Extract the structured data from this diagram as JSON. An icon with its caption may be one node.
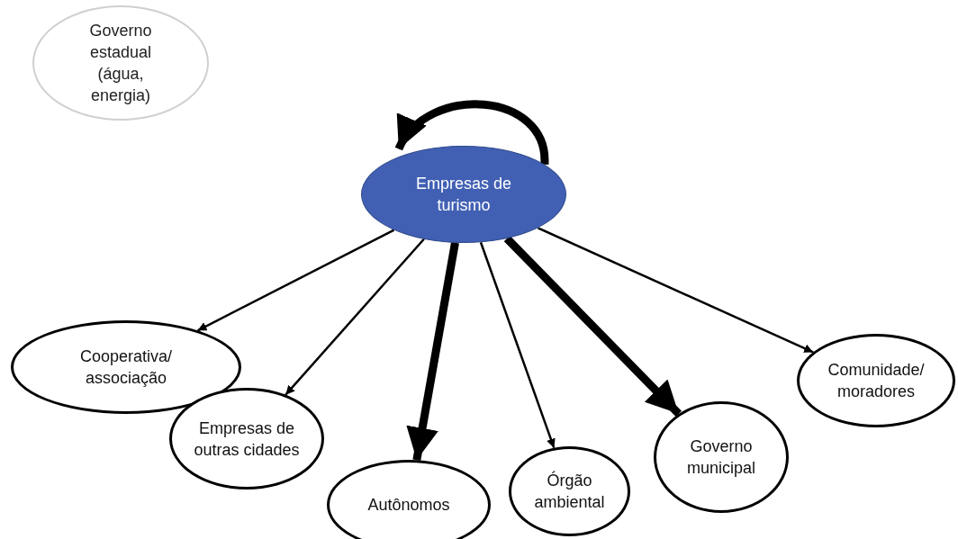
{
  "diagram": {
    "nodes": [
      {
        "text": [
          "Governo estadual (água, energia)"
        ]
      },
      {
        "text": [
          "Empresas de turismo"
        ]
      },
      {
        "text": [
          "Cooperativa/ associação"
        ]
      },
      {
        "text": [
          "Empresas de outras cidades"
        ]
      },
      {
        "text": [
          "Autônomos"
        ]
      },
      {
        "text": [
          "Órgão ambiental"
        ]
      },
      {
        "text": [
          "Governo municipal"
        ]
      },
      {
        "text": [
          "Comunidade/ moradores"
        ]
      }
    ],
    "edges": [
      {
        "from": 1,
        "to": 1,
        "arrow": "to",
        "style": "thick"
      },
      {
        "from": 1,
        "to": 2,
        "arrow": "to"
      },
      {
        "from": 1,
        "to": 3,
        "arrow": "to"
      },
      {
        "from": 1,
        "to": 4,
        "arrow": "to",
        "style": "thick"
      },
      {
        "from": 1,
        "to": 5,
        "arrow": "to"
      },
      {
        "from": 1,
        "to": 6,
        "arrow": "to",
        "style": "thick"
      },
      {
        "from": 1,
        "to": 7,
        "arrow": "to"
      }
    ]
  }
}
